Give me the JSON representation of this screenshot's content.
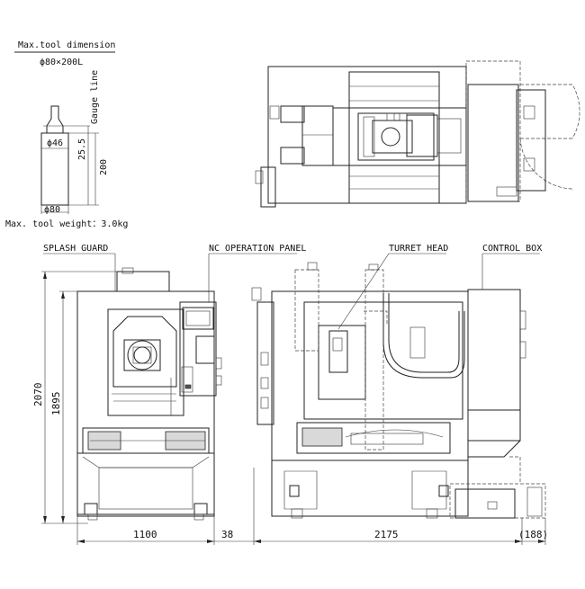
{
  "tool": {
    "heading": "Max.tool dimension",
    "size": "ϕ80×200L",
    "gauge_line": "Gauge line",
    "dia_top": "ϕ46",
    "dim_255": "25.5",
    "dim_200": "200",
    "dia_bottom": "ϕ80",
    "weight": "Max. tool weight：3.0kg"
  },
  "labels": {
    "splash_guard": "SPLASH GUARD",
    "nc_panel": "NC OPERATION PANEL",
    "turret_head": "TURRET HEAD",
    "control_box": "CONTROL BOX"
  },
  "dims": {
    "h_total": "2070",
    "h_guard": "1895",
    "w_front": "1100",
    "gap": "38",
    "w_side": "2175",
    "extra": "(188)"
  }
}
